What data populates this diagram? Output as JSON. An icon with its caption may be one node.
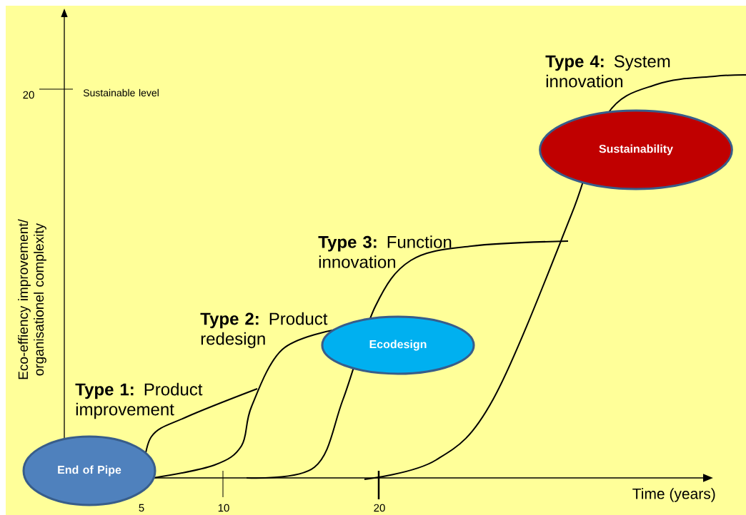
{
  "diagram": {
    "nodes": [
      {
        "text": [
          "End of Pipe"
        ]
      },
      {
        "text": [
          "Ecodesign"
        ]
      },
      {
        "text": [
          "Sustainability"
        ]
      }
    ],
    "labels": [
      "20",
      "Sustainable level",
      "Eco-effiency improvement/ organisationel complexity",
      "**Type 4:** System innovation",
      "**Type 3:** Function innovation",
      "**Type 2:** Product redesign",
      "**Type 1:** Product improvement",
      "5",
      "10",
      "20",
      "Time (years)"
    ]
  }
}
